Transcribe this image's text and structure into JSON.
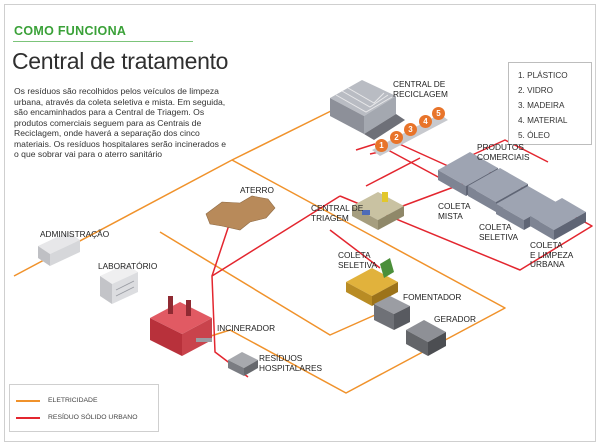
{
  "header": {
    "section_tag": "COMO FUNCIONA",
    "title": "Central de tratamento",
    "intro": "Os resíduos são recolhidos pelos veículos de limpeza urbana, através da coleta seletiva e mista. Em seguida, são encaminhados para a Central de Triagem. Os produtos comerciais seguem para as Centrais de Reciclagem, onde haverá a separação dos cinco materiais. Os resíduos hospitalares  serão incinerados e o que sobrar vai para o aterro sanitário"
  },
  "materials_legend": {
    "items": [
      "1. PLÁSTICO",
      "2. VIDRO",
      "3. MADEIRA",
      "4. MATERIAL",
      "5. ÓLEO"
    ]
  },
  "bin_numbers": [
    "1",
    "2",
    "3",
    "4",
    "5"
  ],
  "facilities": {
    "central_reciclagem": "CENTRAL DE\nRECICLAGEM",
    "produtos_comerciais": "PRODUTOS\nCOMERCIAIS",
    "aterro": "ATERRO",
    "central_triagem": "CENTRAL DE\nTRIAGEM",
    "coleta_mista": "COLETA\nMISTA",
    "coleta_seletiva_right": "COLETA\nSELETIVA",
    "coleta_limpeza_urbana": "COLETA\nE LIMPEZA\nURBANA",
    "administracao": "ADMINISTRAÇÃO",
    "laboratorio": "LABORATÓRIO",
    "coleta_seletiva_center": "COLETA\nSELETIVA",
    "fomentador": "FOMENTADOR",
    "gerador": "GERADOR",
    "incinerador": "INCINERADOR",
    "residuos_hospitalares": "RESÍDUOS\nHOSPITALARES"
  },
  "line_key": {
    "eletricidade": "ELETRICIDADE",
    "residuo_solido": "RESÍDUO SÓLIDO URBANO"
  },
  "colors": {
    "accent_green": "#3aa138",
    "electricity_line": "#f0922b",
    "waste_line": "#e3262f",
    "bin_orange": "#e8742a"
  }
}
